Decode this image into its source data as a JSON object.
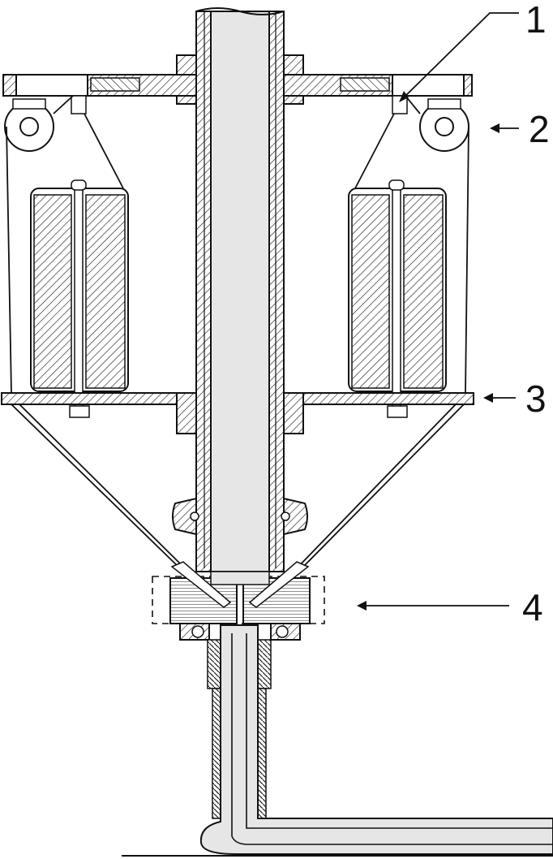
{
  "diagram": {
    "callouts": [
      {
        "id": "1",
        "label": "1"
      },
      {
        "id": "2",
        "label": "2"
      },
      {
        "id": "3",
        "label": "3"
      },
      {
        "id": "4",
        "label": "4"
      }
    ]
  },
  "colors": {
    "line": "#111111",
    "tube_fill": "#e6e6e6",
    "hatch": "#222222",
    "background": "#ffffff"
  }
}
